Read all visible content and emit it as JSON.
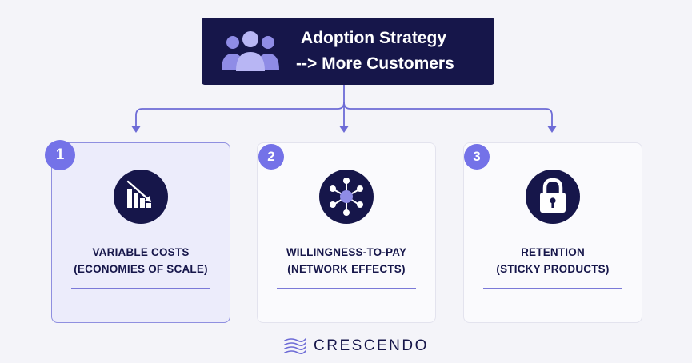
{
  "header": {
    "title_line1": "Adoption Strategy",
    "title_line2": "--> More Customers",
    "icon": "people-group-icon"
  },
  "cards": [
    {
      "number": "1",
      "title_line1": "VARIABLE COSTS",
      "title_line2": "(ECONOMIES OF SCALE)",
      "icon": "declining-bar-chart-icon",
      "highlighted": true
    },
    {
      "number": "2",
      "title_line1": "WILLINGNESS-TO-PAY",
      "title_line2": "(NETWORK EFFECTS)",
      "icon": "network-nodes-icon",
      "highlighted": false
    },
    {
      "number": "3",
      "title_line1": "RETENTION",
      "title_line2": "(STICKY PRODUCTS)",
      "icon": "padlock-icon",
      "highlighted": false
    }
  ],
  "logo": {
    "text": "CRESCENDO",
    "icon": "crescendo-wave-logo-icon"
  },
  "colors": {
    "navy": "#16164a",
    "accent": "#7472e8",
    "highlight_bg": "#ececfb",
    "background": "#f4f4f9"
  }
}
